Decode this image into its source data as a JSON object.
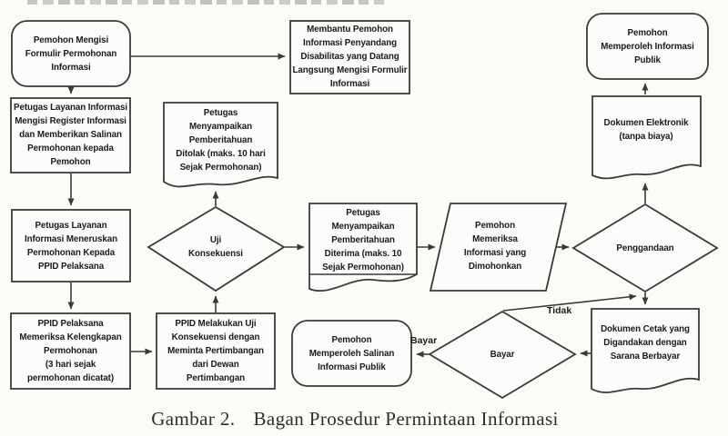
{
  "meta": {
    "background_color": "#fbfbf8",
    "line_color": "#3a3a3a",
    "text_color": "#1b1b1b"
  },
  "caption": {
    "figure_label": "Gambar 2.",
    "title": "Bagan Prosedur Permintaan Informasi"
  },
  "nodes": {
    "pemohon_mengisi": {
      "type": "terminator",
      "text": "Pemohon Mengisi\nFormulir Permohonan\nInformasi"
    },
    "membantu_disabilitas": {
      "type": "process",
      "text": "Membantu Pemohon\nInformasi Penyandang\nDisabilitas yang Datang\nLangsung Mengisi Formulir\nInformasi"
    },
    "pemohon_memperoleh_informasi": {
      "type": "terminator",
      "text": "Pemohon\nMemperoleh Informasi\nPublik"
    },
    "petugas_register": {
      "type": "process",
      "text": "Petugas Layanan Informasi\nMengisi Register Informasi\ndan Memberikan Salinan\nPermohonan kepada\nPemohon"
    },
    "pemberitahuan_ditolak": {
      "type": "document",
      "text": "Petugas\nMenyampaikan\nPemberitahuan\nDitolak (maks. 10 hari\nSejak Permohonan)"
    },
    "dokumen_elektronik": {
      "type": "document",
      "text": "Dokumen Elektronik\n(tanpa biaya)"
    },
    "petugas_meneruskan": {
      "type": "process",
      "text": "Petugas Layanan\nInformasi Meneruskan\nPermohonan Kepada\nPPID Pelaksana"
    },
    "uji_konsekuensi": {
      "type": "decision",
      "text": "Uji\nKonsekuensi"
    },
    "pemberitahuan_diterima": {
      "type": "document",
      "text": "Petugas\nMenyampaikan\nPemberitahuan\nDiterima (maks. 10\nSejak Permohonan)"
    },
    "pemohon_memeriksa": {
      "type": "data",
      "text": "Pemohon\nMemeriksa\nInformasi yang\nDimohonkan"
    },
    "penggandaan": {
      "type": "decision",
      "text": "Penggandaan"
    },
    "ppid_memeriksa": {
      "type": "process",
      "text": "PPID Pelaksana\nMemeriksa Kelengkapan\nPermohonan\n(3 hari sejak\npermohonan dicatat)"
    },
    "ppid_uji": {
      "type": "process",
      "text": "PPID Melakukan Uji\nKonsekuensi dengan\nMeminta Pertimbangan\ndari Dewan\nPertimbangan"
    },
    "pemohon_memperoleh_salinan": {
      "type": "terminator",
      "text": "Pemohon\nMemperoleh Salinan\nInformasi Publik"
    },
    "bayar_decision": {
      "type": "decision",
      "text": "Bayar"
    },
    "dokumen_cetak": {
      "type": "document",
      "text": "Dokumen Cetak yang\nDigandakan dengan\nSarana Berbayar"
    }
  },
  "edge_labels": {
    "tidak": "Tidak",
    "bayar": "Bayar"
  }
}
